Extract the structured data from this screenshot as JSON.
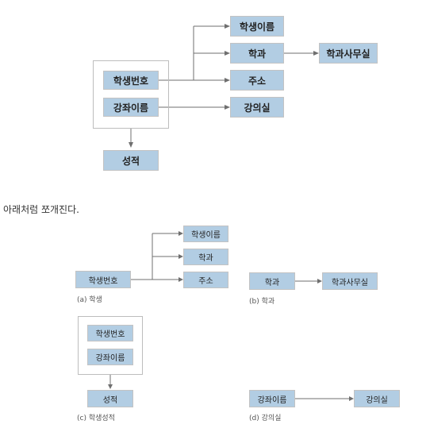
{
  "top_diagram": {
    "student_id": "학생번호",
    "course_name": "강좌이름",
    "student_name": "학생이름",
    "department": "학과",
    "department_office": "학과사무실",
    "address": "주소",
    "classroom": "강의실",
    "grade": "성적"
  },
  "sentence": "아래처럼 쪼개진다.",
  "decomposition": {
    "a": {
      "caption": "(a) 학생",
      "source": "학생번호",
      "targets": [
        "학생이름",
        "학과",
        "주소"
      ]
    },
    "b": {
      "caption": "(b) 학과",
      "source": "학과",
      "target": "학과사무실"
    },
    "c": {
      "caption": "(c) 학생성적",
      "keys": [
        "학생번호",
        "강좌이름"
      ],
      "target": "성적"
    },
    "d": {
      "caption": "(d) 강의실",
      "source": "강좌이름",
      "target": "강의실"
    }
  }
}
